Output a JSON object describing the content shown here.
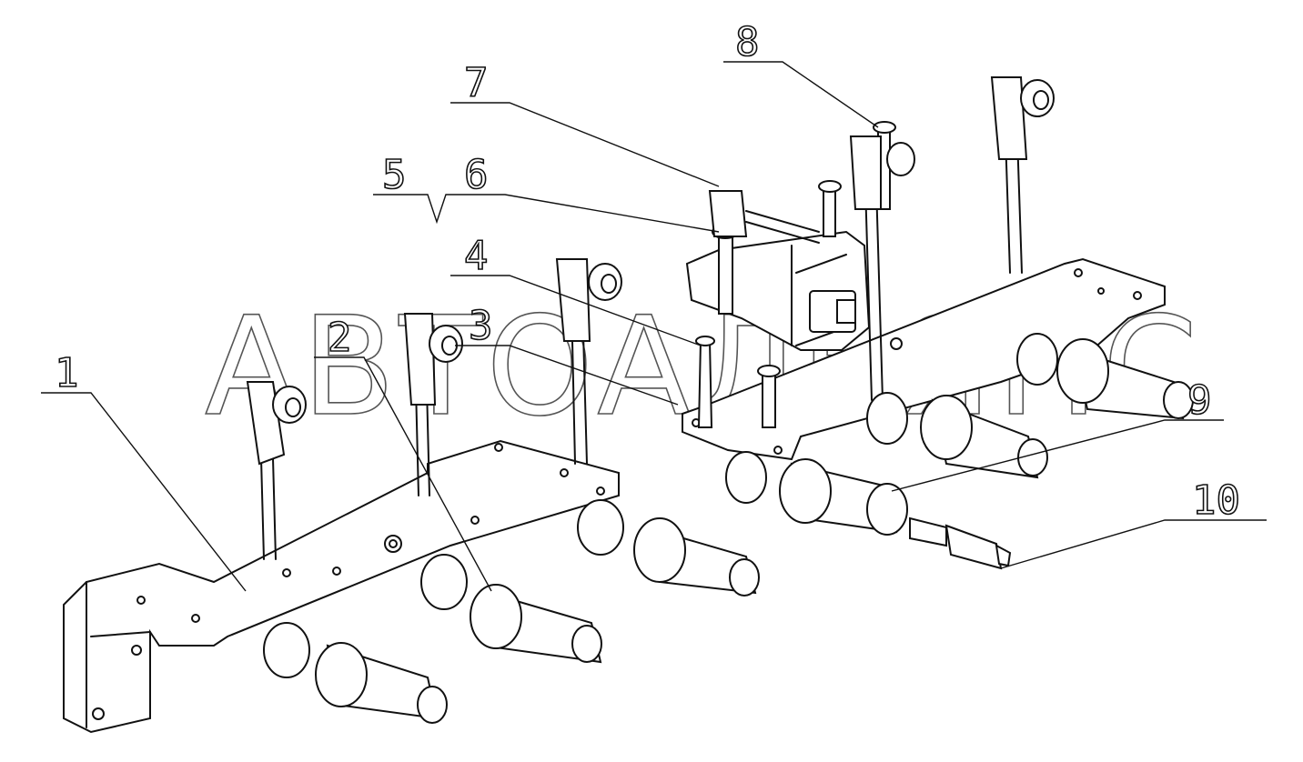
{
  "watermark": "АВТОАЛЬЯНС",
  "callouts": [
    {
      "id": "1",
      "label": "1"
    },
    {
      "id": "2",
      "label": "2"
    },
    {
      "id": "3",
      "label": "3"
    },
    {
      "id": "4",
      "label": "4"
    },
    {
      "id": "5",
      "label": "5"
    },
    {
      "id": "6",
      "label": "6"
    },
    {
      "id": "7",
      "label": "7"
    },
    {
      "id": "8",
      "label": "8"
    },
    {
      "id": "9",
      "label": "9"
    },
    {
      "id": "10",
      "label": "10"
    }
  ]
}
